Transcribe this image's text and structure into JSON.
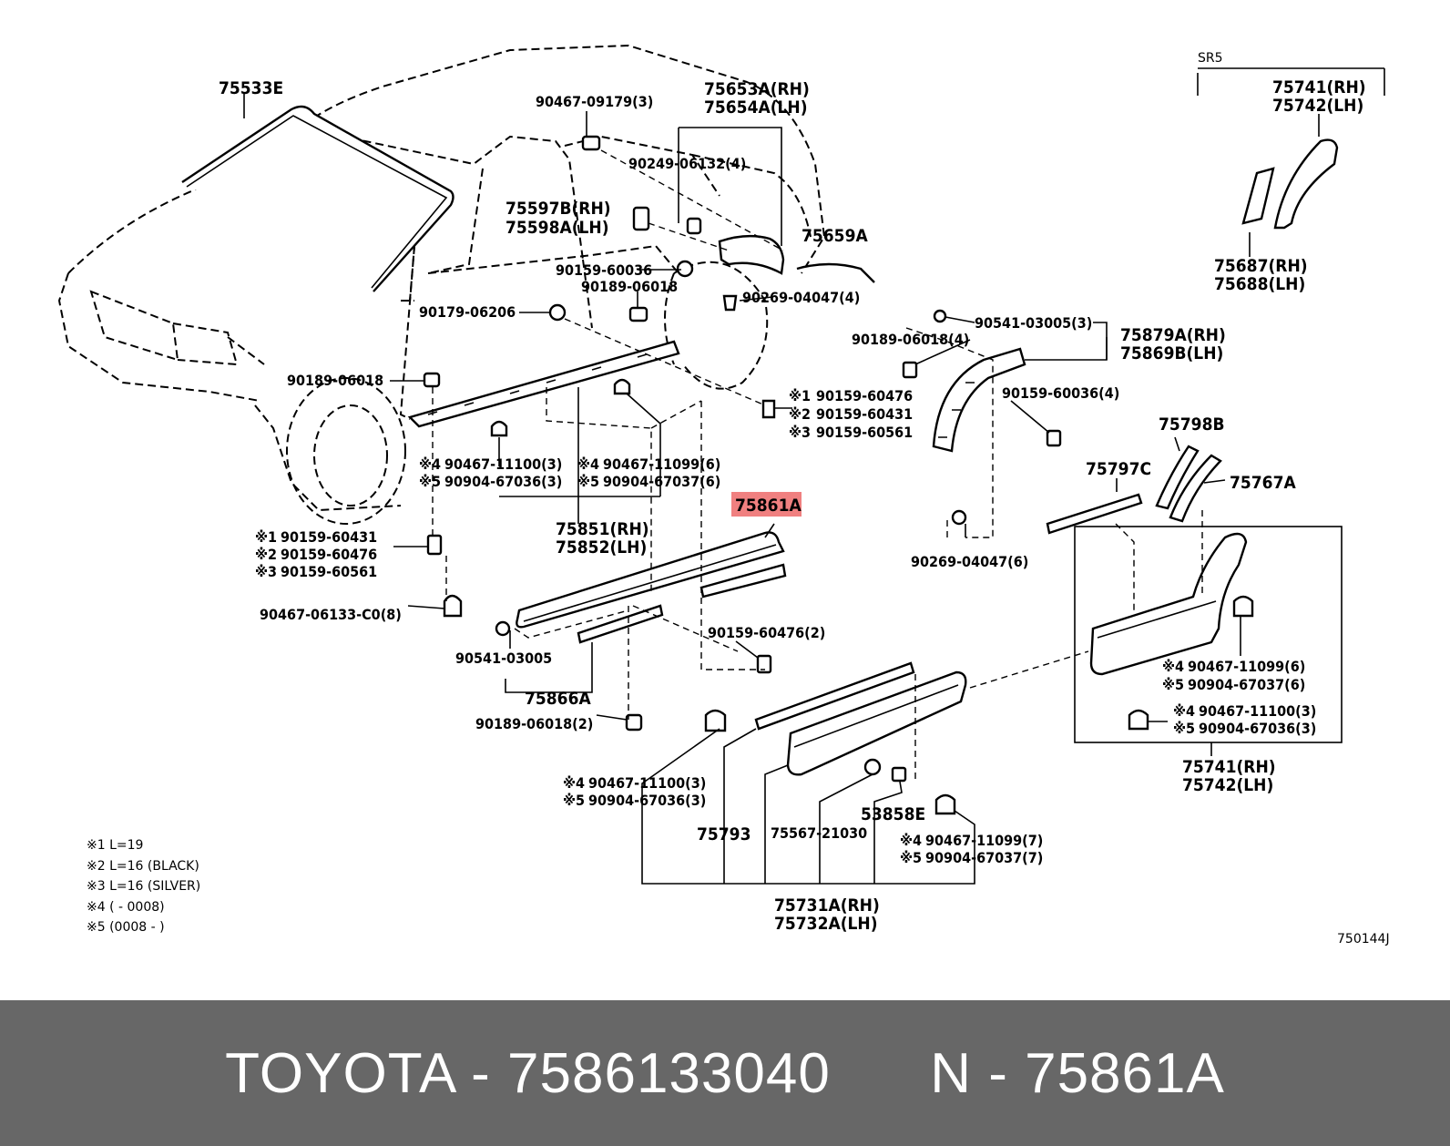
{
  "diagram": {
    "sr5_label": "SR5",
    "parts": {
      "p75533E": "75533E",
      "p90467_09179": "90467-09179(3)",
      "p75653A": "75653A(RH)",
      "p75654A": "75654A(LH)",
      "p90249": "90249-06132(4)",
      "p75597B": "75597B(RH)",
      "p75598A": "75598A(LH)",
      "p75659A": "75659A",
      "p90159_60036": "90159-60036",
      "p90189_06018_top": "90189-06018",
      "p90269_04047_4": "90269-04047(4)",
      "p90179": "90179-06206",
      "p90189_06018_left": "90189-06018",
      "p90541_3": "90541-03005(3)",
      "p75879A": "75879A(RH)",
      "p75869B": "75869B(LH)",
      "p90189_06018_4": "90189-06018(4)",
      "p90159_60036_4": "90159-60036(4)",
      "r1_60476": "90159-60476",
      "r2_60431": "90159-60431",
      "r3_60561": "90159-60561",
      "c4_11100": "90467-11100(3)",
      "c5_67036": "90904-67036(3)",
      "d4_11099": "90467-11099(6)",
      "d5_67037": "90904-67037(6)",
      "p75851": "75851(RH)",
      "p75852": "75852(LH)",
      "p75861A": "75861A",
      "l1_60431": "90159-60431",
      "l2_60476": "90159-60476",
      "l3_60561": "90159-60561",
      "p90467_06133": "90467-06133-C0(8)",
      "p90541": "90541-03005",
      "p75866A": "75866A",
      "p90189_06018_2": "90189-06018(2)",
      "p90159_60476_2": "90159-60476(2)",
      "p90269_04047_6": "90269-04047(6)",
      "p75797C": "75797C",
      "p75798B": "75798B",
      "p75767A": "75767A",
      "e4_11099": "90467-11099(6)",
      "e5_67037": "90904-67037(6)",
      "f4_11100": "90467-11100(3)",
      "f5_67036": "90904-67036(3)",
      "p75741_box": "75741(RH)",
      "p75742_box": "75742(LH)",
      "g4_11100": "90467-11100(3)",
      "g5_67036": "90904-67036(3)",
      "p75793": "75793",
      "p75567": "75567-21030",
      "p53858E": "53858E",
      "h4_11099": "90467-11099(7)",
      "h5_67037": "90904-67037(7)",
      "p75731A": "75731A(RH)",
      "p75732A": "75732A(LH)",
      "sr5_75741": "75741(RH)",
      "sr5_75742": "75742(LH)",
      "p75687": "75687(RH)",
      "p75688": "75688(LH)",
      "ref_code": "750144J"
    },
    "marks": {
      "m1": "※1",
      "m2": "※2",
      "m3": "※3",
      "m4": "※4",
      "m5": "※5"
    },
    "notes": [
      "※1 L=19",
      "※2 L=16 (BLACK)",
      "※3 L=16 (SILVER)",
      "※4 (        - 0008)",
      "※5 (0008 -        )"
    ],
    "highlight_color": "#f08080"
  },
  "footer": {
    "brand": "TOYOTA",
    "separator": " - ",
    "part_number": "7586133040",
    "gap": "      ",
    "variant": "N",
    "ref": "75861A"
  }
}
